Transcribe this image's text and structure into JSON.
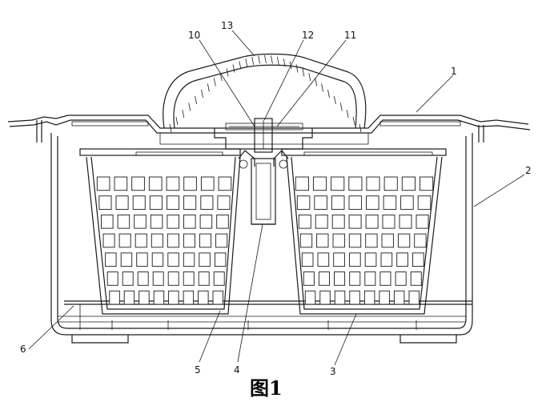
{
  "figure": {
    "caption": "图1"
  },
  "parts": [
    {
      "id": "1",
      "label": "1"
    },
    {
      "id": "2",
      "label": "2"
    },
    {
      "id": "3",
      "label": "3"
    },
    {
      "id": "4",
      "label": "4"
    },
    {
      "id": "5",
      "label": "5"
    },
    {
      "id": "6",
      "label": "6"
    },
    {
      "id": "10",
      "label": "10"
    },
    {
      "id": "11",
      "label": "11"
    },
    {
      "id": "12",
      "label": "12"
    },
    {
      "id": "13",
      "label": "13"
    }
  ]
}
